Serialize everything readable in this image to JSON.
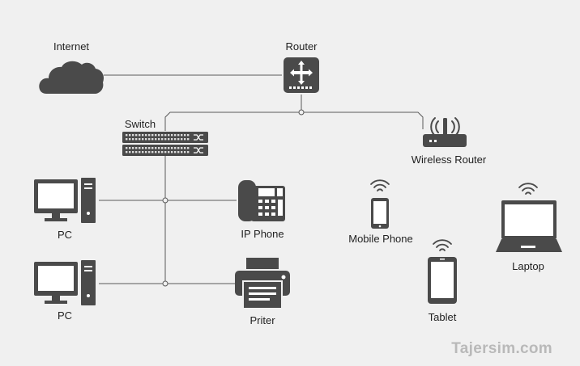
{
  "diagram": {
    "nodes": {
      "internet": {
        "label": "Internet",
        "icon": "cloud-icon"
      },
      "router": {
        "label": "Router",
        "icon": "router-icon"
      },
      "switch": {
        "label": "Switch",
        "icon": "switch-icon"
      },
      "wireless_router": {
        "label": "Wireless Router",
        "icon": "wireless-router-icon"
      },
      "pc_top": {
        "label": "PC",
        "icon": "desktop-pc-icon"
      },
      "ip_phone": {
        "label": "IP Phone",
        "icon": "ip-phone-icon"
      },
      "pc_bottom": {
        "label": "PC",
        "icon": "desktop-pc-icon"
      },
      "printer": {
        "label": "Priter",
        "icon": "printer-icon"
      },
      "mobile_phone": {
        "label": "Mobile Phone",
        "icon": "mobile-phone-icon"
      },
      "tablet": {
        "label": "Tablet",
        "icon": "tablet-icon"
      },
      "laptop": {
        "label": "Laptop",
        "icon": "laptop-icon"
      }
    },
    "connections": [
      {
        "from": "internet",
        "to": "router",
        "type": "wired"
      },
      {
        "from": "router",
        "to": "switch",
        "type": "wired"
      },
      {
        "from": "router",
        "to": "wireless_router",
        "type": "wired"
      },
      {
        "from": "switch",
        "to": "pc_top",
        "type": "wired"
      },
      {
        "from": "switch",
        "to": "ip_phone",
        "type": "wired"
      },
      {
        "from": "switch",
        "to": "pc_bottom",
        "type": "wired"
      },
      {
        "from": "switch",
        "to": "printer",
        "type": "wired"
      },
      {
        "from": "wireless_router",
        "to": "mobile_phone",
        "type": "wireless"
      },
      {
        "from": "wireless_router",
        "to": "tablet",
        "type": "wireless"
      },
      {
        "from": "wireless_router",
        "to": "laptop",
        "type": "wireless"
      }
    ]
  },
  "watermark": "Tajersim.com",
  "colors": {
    "background": "#f0f0f0",
    "icon": "#4a4a4a",
    "line": "#5a5a5a",
    "watermark": "#b9b9b9"
  }
}
